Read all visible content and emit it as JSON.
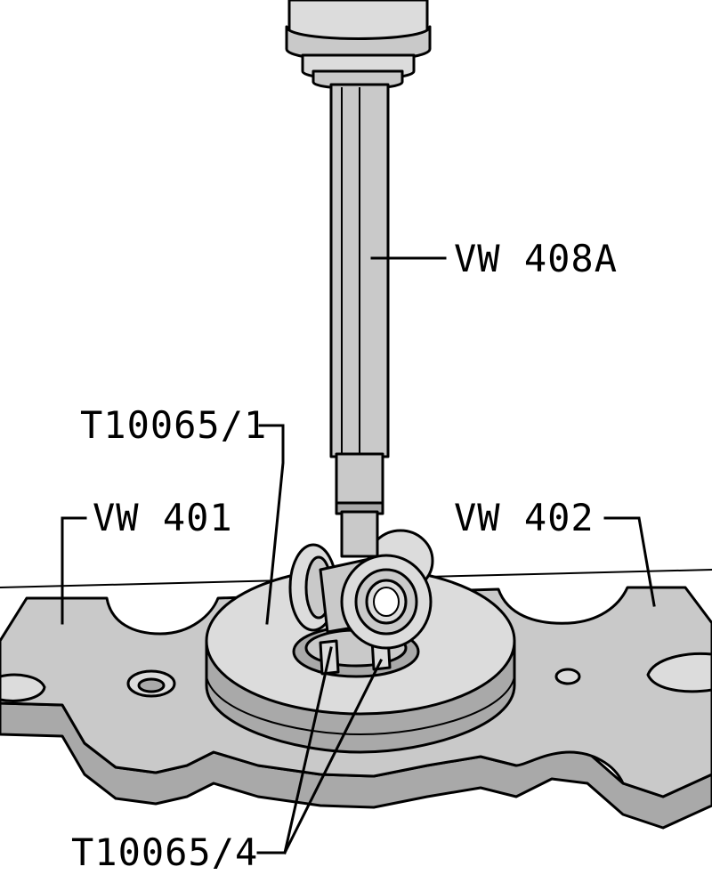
{
  "labels": {
    "press_tool": "VW 408A",
    "thrust_piece": "T10065/1",
    "support_left": "VW 401",
    "support_right": "VW 402",
    "inserts": "T10065/4"
  },
  "colors": {
    "line": "#000000",
    "part_fill": "#c9c9c9",
    "part_light": "#dcdcdc",
    "part_dark": "#a9a9a9",
    "background": "#ffffff"
  }
}
